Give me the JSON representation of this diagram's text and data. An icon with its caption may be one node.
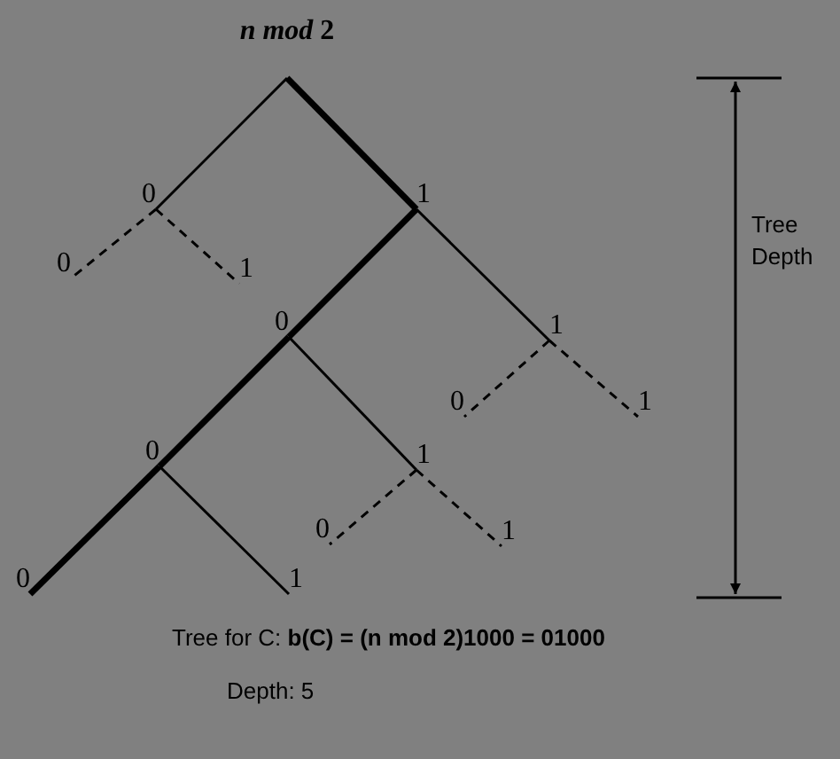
{
  "diagram": {
    "nodes": [
      {
        "text": [
          "*n mod* 2"
        ]
      },
      {
        "text": [
          "0"
        ]
      },
      {
        "text": [
          "0"
        ]
      },
      {
        "text": [
          "1"
        ]
      },
      {
        "text": [
          "1"
        ]
      },
      {
        "text": [
          "0"
        ]
      },
      {
        "text": [
          "0"
        ]
      },
      {
        "text": [
          "0"
        ]
      },
      {
        "text": [
          "1"
        ]
      },
      {
        "text": [
          "1"
        ]
      },
      {
        "text": [
          "0"
        ]
      },
      {
        "text": [
          "1"
        ]
      },
      {
        "text": [
          "1"
        ]
      },
      {
        "text": [
          "0"
        ]
      },
      {
        "text": [
          "1"
        ]
      }
    ],
    "edges": [
      {
        "from": 0,
        "to": 1,
        "arrow": "none"
      },
      {
        "from": 1,
        "to": 2,
        "arrow": "none",
        "style": "dashed"
      },
      {
        "from": 1,
        "to": 3,
        "arrow": "none",
        "style": "dashed"
      },
      {
        "from": 0,
        "to": 4,
        "arrow": "none",
        "style": "thick"
      },
      {
        "from": 4,
        "to": 5,
        "arrow": "none",
        "style": "thick"
      },
      {
        "from": 5,
        "to": 6,
        "arrow": "none",
        "style": "thick"
      },
      {
        "from": 6,
        "to": 7,
        "arrow": "none",
        "style": "thick"
      },
      {
        "from": 6,
        "to": 8,
        "arrow": "none"
      },
      {
        "from": 5,
        "to": 9,
        "arrow": "none"
      },
      {
        "from": 9,
        "to": 10,
        "arrow": "none",
        "style": "dashed"
      },
      {
        "from": 9,
        "to": 11,
        "arrow": "none",
        "style": "dashed"
      },
      {
        "from": 4,
        "to": 12,
        "arrow": "none"
      },
      {
        "from": 12,
        "to": 13,
        "arrow": "none",
        "style": "dashed"
      },
      {
        "from": 12,
        "to": 14,
        "arrow": "none",
        "style": "dashed"
      }
    ],
    "labels": [
      "Tree Depth",
      "Tree for C: **b(C) = (n mod 2)1000 = 01000**",
      "Depth: 5"
    ]
  }
}
